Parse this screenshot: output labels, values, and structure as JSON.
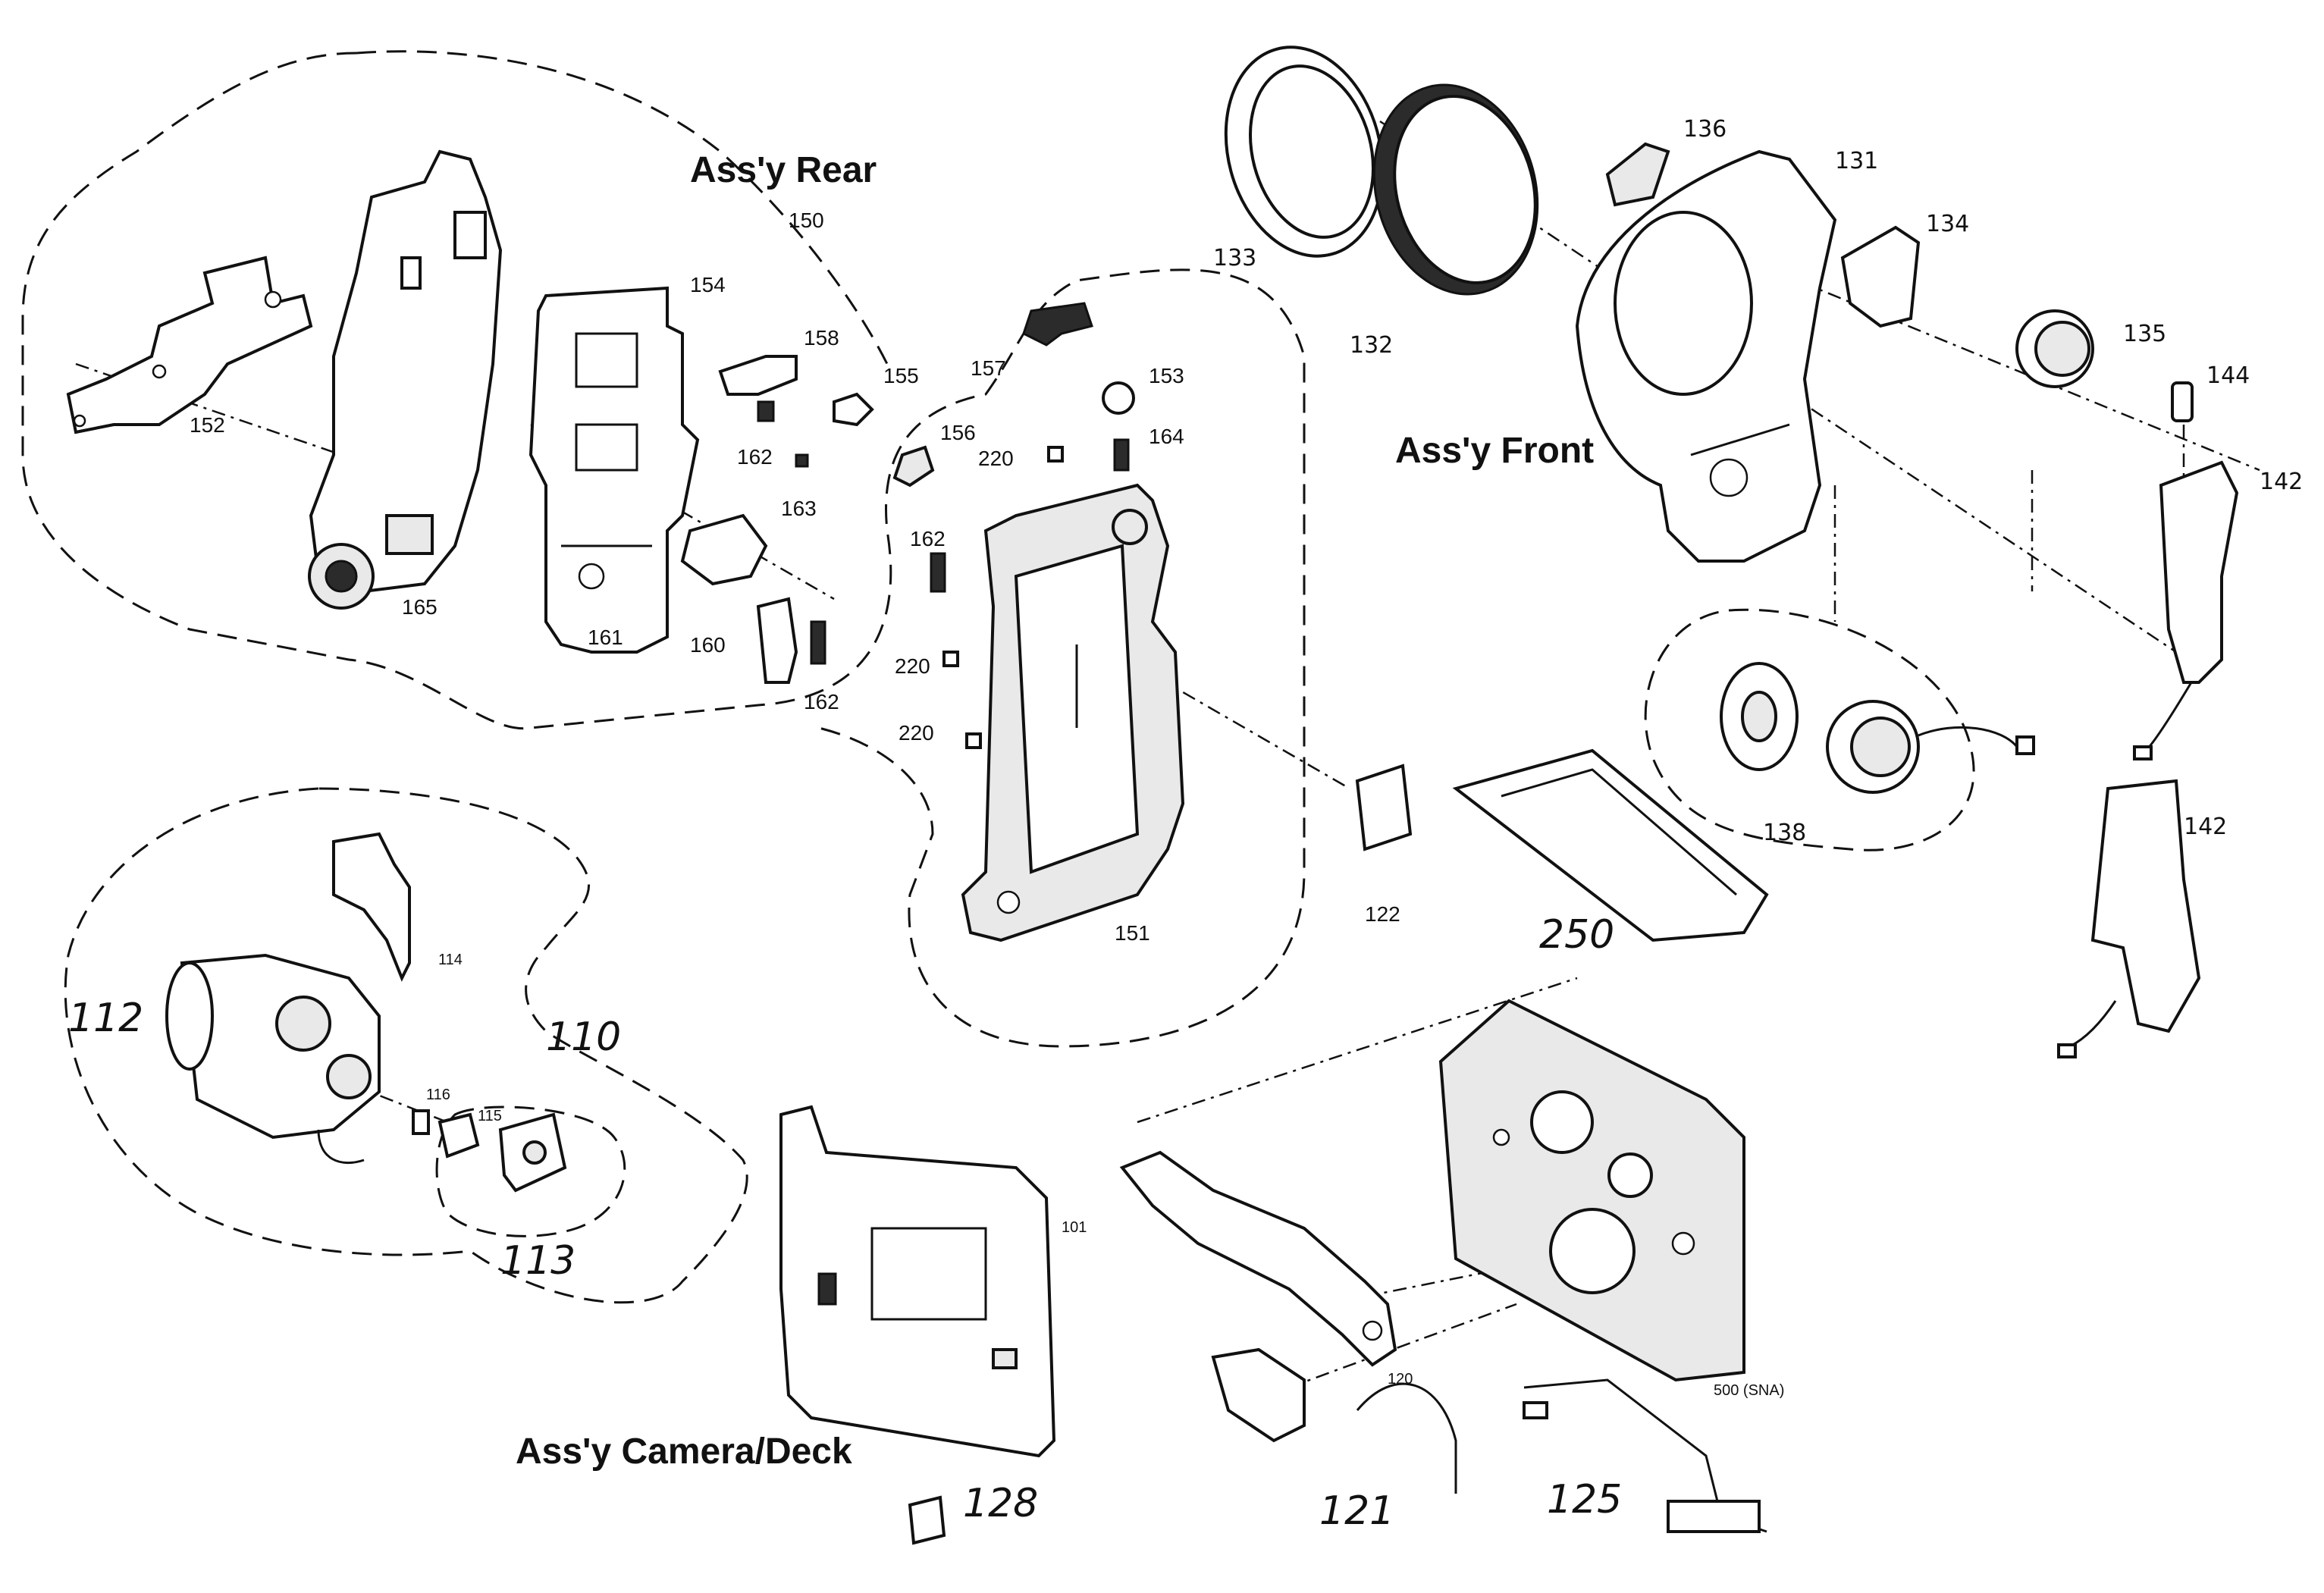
{
  "assemblies": {
    "rear": "Ass'y Rear",
    "front": "Ass'y Front",
    "camera_deck": "Ass'y Camera/Deck"
  },
  "part_numbers": {
    "p150": "150",
    "p152": "152",
    "p154": "154",
    "p158": "158",
    "p155": "155",
    "p157": "157",
    "p153": "153",
    "p156": "156",
    "p164": "164",
    "p162a": "162",
    "p162b": "162",
    "p162c": "162",
    "p163": "163",
    "p220a": "220",
    "p220b": "220",
    "p220c": "220",
    "p161": "161",
    "p160": "160",
    "p165": "165",
    "p151": "151",
    "p122": "122",
    "p133": "133",
    "p132": "132",
    "p136": "136",
    "p131": "131",
    "p134": "134",
    "p135": "135",
    "p144": "144",
    "p142a": "142",
    "p142b": "142",
    "p138": "138",
    "p250": "250",
    "p114": "114",
    "p112": "112",
    "p110": "110",
    "p116": "116",
    "p115": "115",
    "p113": "113",
    "p101": "101",
    "p120": "120",
    "p500": "500 (SNA)",
    "p121": "121",
    "p125": "125",
    "p128": "128"
  }
}
